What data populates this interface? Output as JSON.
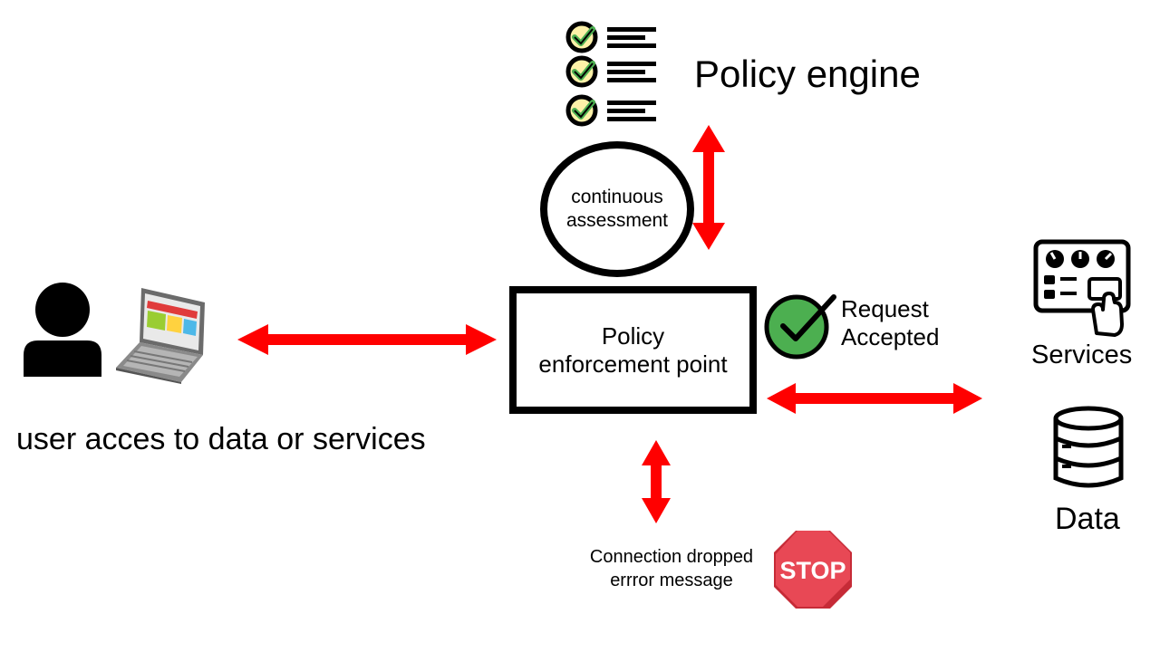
{
  "policy_engine": {
    "title": "Policy engine",
    "icon": "checklist-icon"
  },
  "assessment": {
    "line1": "continuous",
    "line2": "assessment"
  },
  "pep": {
    "line1": "Policy",
    "line2": "enforcement point"
  },
  "request": {
    "line1": "Request",
    "line2": "Accepted",
    "icon": "check-circle-icon"
  },
  "user": {
    "caption": "user acces to data or services",
    "icons": [
      "user-icon",
      "laptop-icon"
    ]
  },
  "services": {
    "label": "Services",
    "icon": "dashboard-icon"
  },
  "data": {
    "label": "Data",
    "icon": "database-icon"
  },
  "dropped": {
    "line1": "Connection dropped",
    "line2": "errror message"
  },
  "stop_sign": {
    "text": "STOP",
    "icon": "stop-sign-icon"
  },
  "colors": {
    "arrow": "#ff0000",
    "check_green": "#4caf50",
    "stop_red": "#e63946",
    "check_badge": "#fdf1a8"
  }
}
